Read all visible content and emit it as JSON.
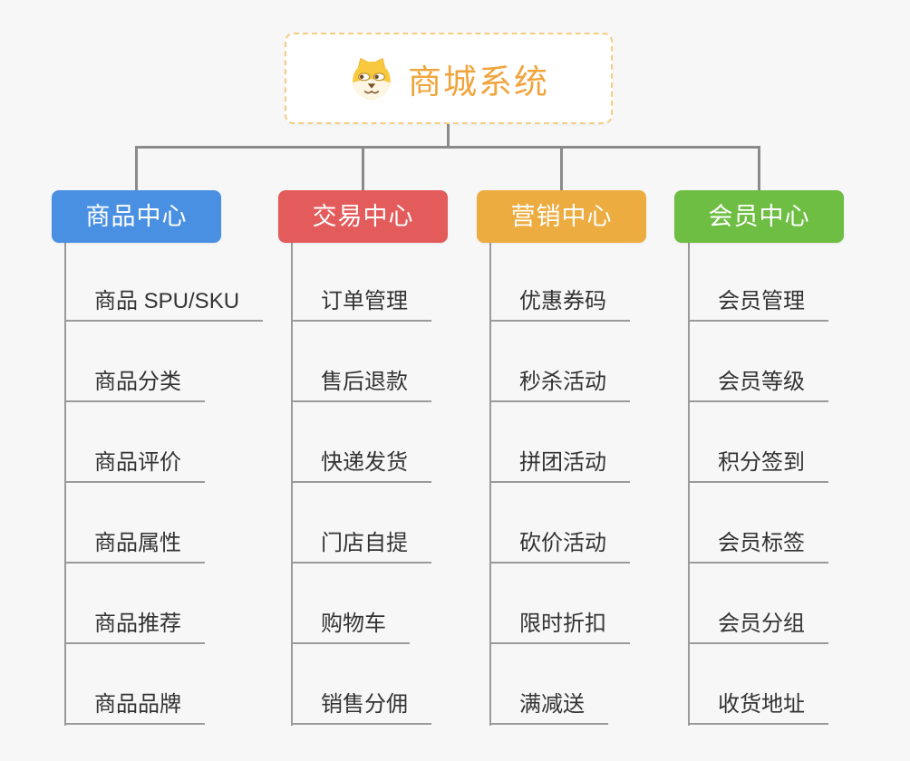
{
  "page": {
    "background_color": "#f7f7f7",
    "connector_color": "#8b8b8b",
    "branch_line_color": "#9a9a9a",
    "leaf_text_color": "#333333"
  },
  "root_node": {
    "title": "商城系统",
    "icon": "dog-face-icon",
    "title_color": "#f0a43c",
    "border_color": "#f6cc85"
  },
  "branches": [
    {
      "label": "商品中心",
      "color": "#4a90e2",
      "items": [
        "商品 SPU/SKU",
        "商品分类",
        "商品评价",
        "商品属性",
        "商品推荐",
        "商品品牌"
      ]
    },
    {
      "label": "交易中心",
      "color": "#e45b5b",
      "items": [
        "订单管理",
        "售后退款",
        "快递发货",
        "门店自提",
        "购物车",
        "销售分佣"
      ]
    },
    {
      "label": "营销中心",
      "color": "#edac40",
      "items": [
        "优惠券码",
        "秒杀活动",
        "拼团活动",
        "砍价活动",
        "限时折扣",
        "满减送"
      ]
    },
    {
      "label": "会员中心",
      "color": "#6ebe44",
      "items": [
        "会员管理",
        "会员等级",
        "积分签到",
        "会员标签",
        "会员分组",
        "收货地址"
      ]
    }
  ]
}
